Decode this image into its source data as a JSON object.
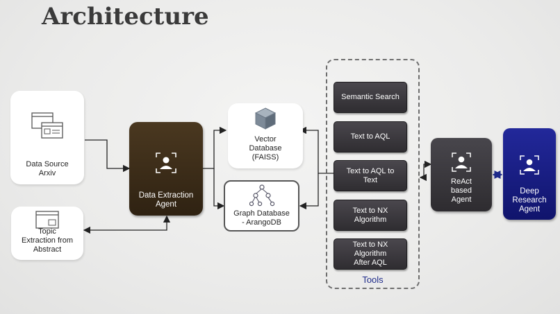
{
  "title": "Architecture",
  "nodes": {
    "data_source": "Data Source\nArxiv",
    "topic_extraction": "Topic\nExtraction from\nAbstract",
    "data_extraction_agent": "Data Extraction\nAgent",
    "vector_db": "Vector\nDatabase\n(FAISS)",
    "graph_db": "Graph Database\n- ArangoDB",
    "react_agent": "ReAct\nbased\nAgent",
    "deep_research_agent": "Deep\nResearch\nAgent"
  },
  "tools": {
    "label": "Tools",
    "items": [
      "Semantic Search",
      "Text to AQL",
      "Text to AQL to\nText",
      "Text to NX\nAlgorithm",
      "Text to NX\nAlgorithm\nAfter AQL"
    ]
  },
  "colors": {
    "agent_brown": "#3a2a17",
    "agent_gray": "#3a383c",
    "agent_blue": "#1a1e8c",
    "tools_label": "#1f2c8a",
    "arrow_blue": "#1e2a8a"
  },
  "icons": [
    "browser-windows-icon",
    "user-agent-icon",
    "cube-icon",
    "graph-network-icon"
  ]
}
